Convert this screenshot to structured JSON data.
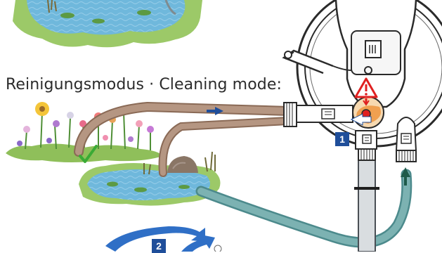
{
  "caption": "Reinigungsmodus · Cleaning mode:",
  "steps": [
    {
      "label": "1"
    },
    {
      "label": "2"
    }
  ],
  "icons": {
    "warning": "warning-triangle-icon",
    "checkmark": "checkmark-icon",
    "flow_arrow": "flow-arrow-icon",
    "rotate": "rotate-arrow-icon"
  },
  "colors": {
    "water": "#6fb8dc",
    "grass": "#8fbf5a",
    "brown_hose": "#a07e66",
    "teal_hose": "#5e9c9c",
    "step_badge": "#1f4e9a",
    "warning": "#e02020",
    "valve_orange": "#f0a050",
    "checkmark": "#3aaa35"
  }
}
